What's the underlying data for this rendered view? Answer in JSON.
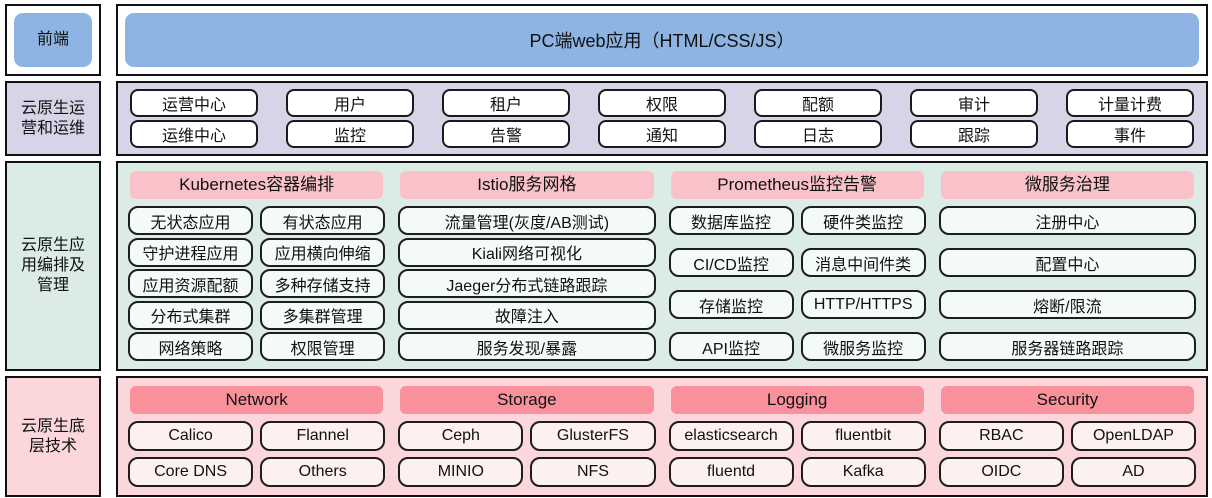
{
  "colors": {
    "banner-blue": "#8DB4E2",
    "ops-lavender": "#D8D4E7",
    "orchestration-teal": "#DBEBE6",
    "infra-pink": "#FBD6DA",
    "header-pink-light": "#F9C2C8",
    "header-pink-dark": "#F8919B",
    "pill-teal": "#F4FAF8",
    "pill-pink": "#FDF0F1"
  },
  "frontend": {
    "sidebar": "前端",
    "banner": "PC端web应用（HTML/CSS/JS）"
  },
  "ops": {
    "sidebar": "云原生运营和运维",
    "row1": [
      "运营中心",
      "用户",
      "租户",
      "权限",
      "配额",
      "审计",
      "计量计费"
    ],
    "row2": [
      "运维中心",
      "监控",
      "告警",
      "通知",
      "日志",
      "跟踪",
      "事件"
    ]
  },
  "orchestration": {
    "sidebar": "云原生应用编排及管理",
    "kubernetes": {
      "header": "Kubernetes容器编排",
      "pairs": [
        [
          "无状态应用",
          "有状态应用"
        ],
        [
          "守护进程应用",
          "应用横向伸缩"
        ],
        [
          "应用资源配额",
          "多种存储支持"
        ],
        [
          "分布式集群",
          "多集群管理"
        ],
        [
          "网络策略",
          "权限管理"
        ]
      ]
    },
    "istio": {
      "header": "Istio服务网格",
      "items": [
        "流量管理(灰度/AB测试)",
        "Kiali网络可视化",
        "Jaeger分布式链路跟踪",
        "故障注入",
        "服务发现/暴露"
      ]
    },
    "prometheus": {
      "header": "Prometheus监控告警",
      "pairs": [
        [
          "数据库监控",
          "硬件类监控"
        ],
        [
          "CI/CD监控",
          "消息中间件类"
        ],
        [
          "存储监控",
          "HTTP/HTTPS"
        ],
        [
          "API监控",
          "微服务监控"
        ]
      ]
    },
    "microservice": {
      "header": "微服务治理",
      "items": [
        "注册中心",
        "配置中心",
        "熔断/限流",
        "服务器链路跟踪"
      ]
    }
  },
  "infrastructure": {
    "sidebar": "云原生底层技术",
    "network": {
      "header": "Network",
      "pairs": [
        [
          "Calico",
          "Flannel"
        ],
        [
          "Core DNS",
          "Others"
        ]
      ]
    },
    "storage": {
      "header": "Storage",
      "pairs": [
        [
          "Ceph",
          "GlusterFS"
        ],
        [
          "MINIO",
          "NFS"
        ]
      ]
    },
    "logging": {
      "header": "Logging",
      "pairs": [
        [
          "elasticsearch",
          "fluentbit"
        ],
        [
          "fluentd",
          "Kafka"
        ]
      ]
    },
    "security": {
      "header": "Security",
      "pairs": [
        [
          "RBAC",
          "OpenLDAP"
        ],
        [
          "OIDC",
          "AD"
        ]
      ]
    }
  }
}
